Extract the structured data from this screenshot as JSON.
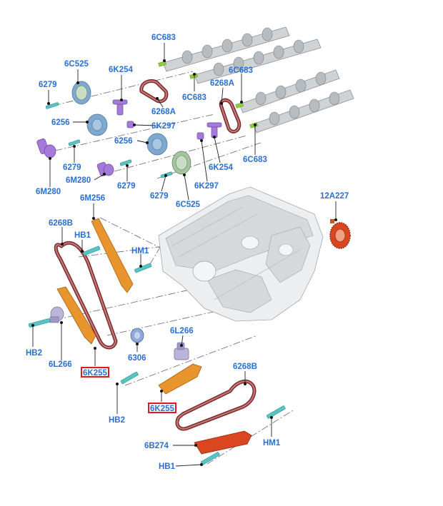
{
  "labels": {
    "l_6c683_a": "6C683",
    "l_6c525_a": "6C525",
    "l_6k254_a": "6K254",
    "l_6279_a": "6279",
    "l_6268a_a": "6268A",
    "l_6c683_b": "6C683",
    "l_6c683_c": "6C683",
    "l_6268a_b": "6268A",
    "l_6256_a": "6256",
    "l_6k297_a": "6K297",
    "l_6279_b": "6279",
    "l_6256_b": "6256",
    "l_6c683_d": "6C683",
    "l_6m280_a": "6M280",
    "l_6m280_b": "6M280",
    "l_6279_c": "6279",
    "l_6279_d": "6279",
    "l_6k254_b": "6K254",
    "l_6k297_b": "6K297",
    "l_6c525_b": "6C525",
    "l_12a227": "12A227",
    "l_6m256": "6M256",
    "l_6268b_a": "6268B",
    "l_hb1_a": "HB1",
    "l_hm1_a": "HM1",
    "l_hb2_a": "HB2",
    "l_6l266_a": "6L266",
    "l_6k255_a": "6K255",
    "l_6306": "6306",
    "l_6l266_b": "6L266",
    "l_6268b_b": "6268B",
    "l_6k255_b": "6K255",
    "l_hb2_b": "HB2",
    "l_hm1_b": "HM1",
    "l_6b274": "6B274",
    "l_hb1_b": "HB1"
  }
}
